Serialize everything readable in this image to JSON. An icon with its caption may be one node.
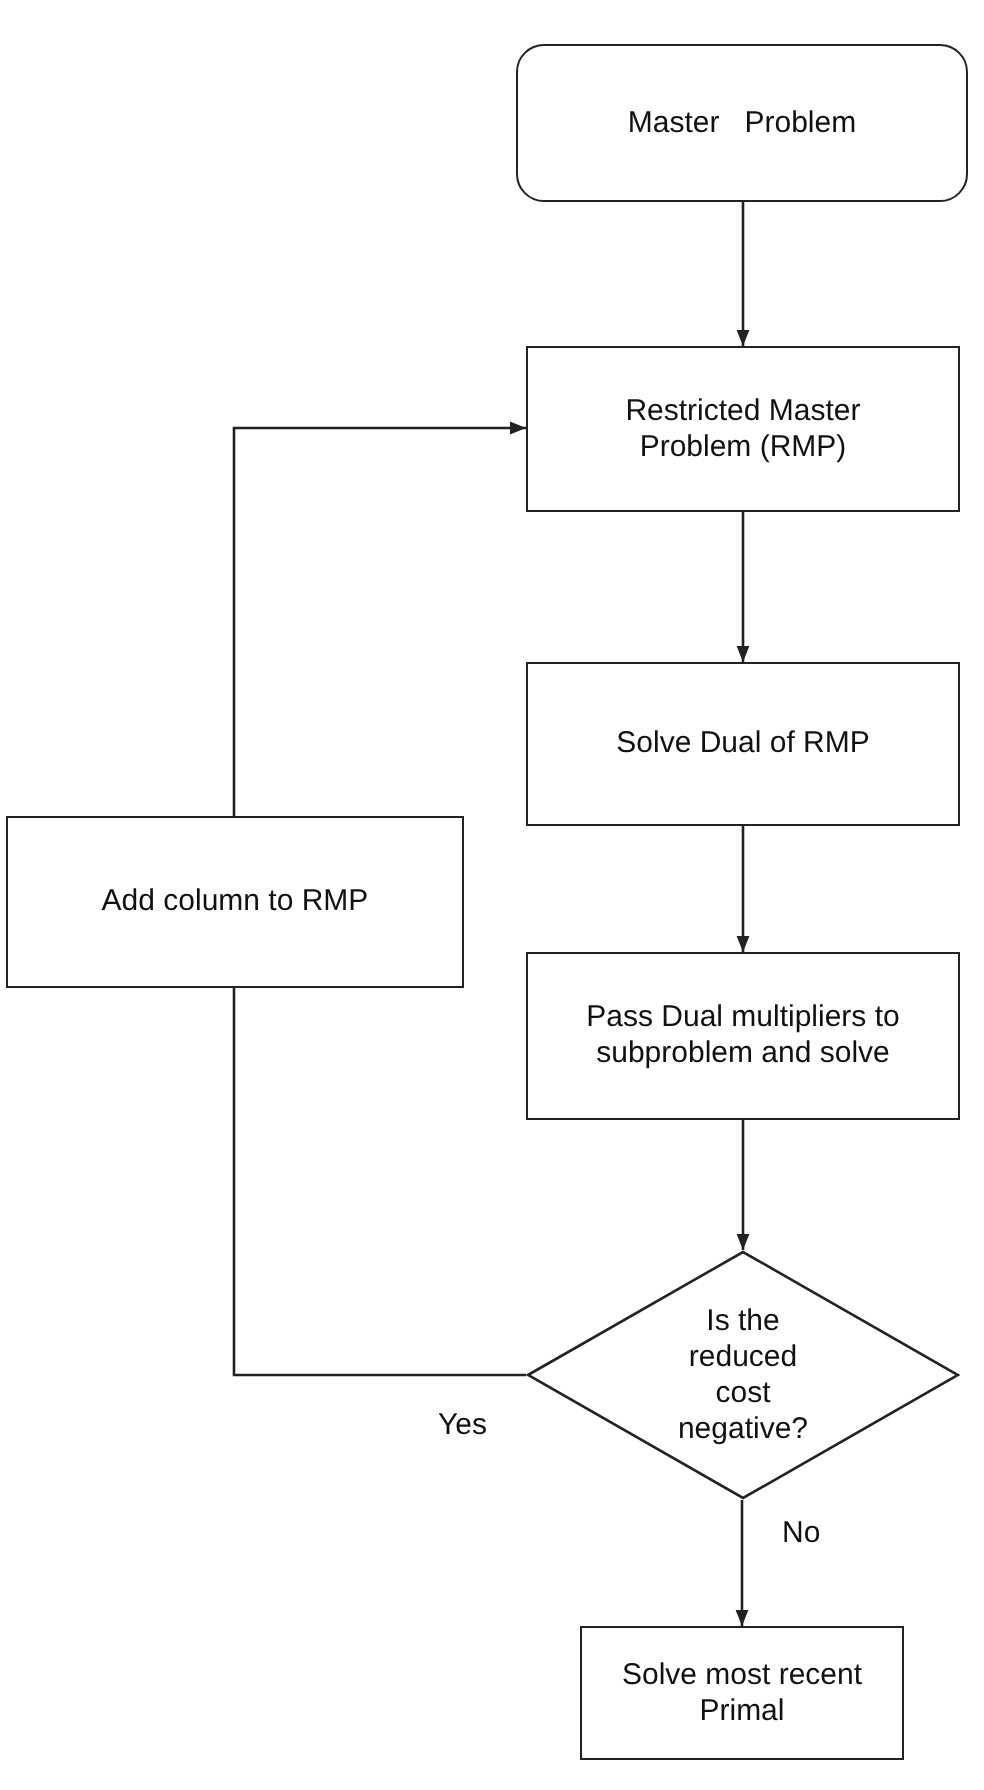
{
  "diagram": {
    "nodes": [
      {
        "text": [
          "Master   Problem"
        ]
      },
      {
        "text": [
          "Restricted Master Problem (RMP)"
        ]
      },
      {
        "text": [
          "Solve Dual of RMP"
        ]
      },
      {
        "text": [
          "Pass Dual multipliers to subproblem and solve"
        ]
      },
      {
        "text": [
          "Is the reduced cost negative?"
        ]
      },
      {
        "text": [
          "Add column to RMP"
        ]
      },
      {
        "text": [
          "Solve most recent Primal"
        ]
      }
    ],
    "edges": [
      {
        "from": 0,
        "to": 1,
        "arrow": "to"
      },
      {
        "from": 1,
        "to": 2,
        "arrow": "to"
      },
      {
        "from": 2,
        "to": 3,
        "arrow": "to"
      },
      {
        "from": 3,
        "to": 4,
        "arrow": "to"
      },
      {
        "from": 4,
        "to": 6,
        "arrow": "to",
        "label": "No"
      },
      {
        "from": 4,
        "to": 5,
        "arrow": "none",
        "label": "Yes"
      },
      {
        "from": 5,
        "to": 1,
        "arrow": "to"
      }
    ]
  }
}
